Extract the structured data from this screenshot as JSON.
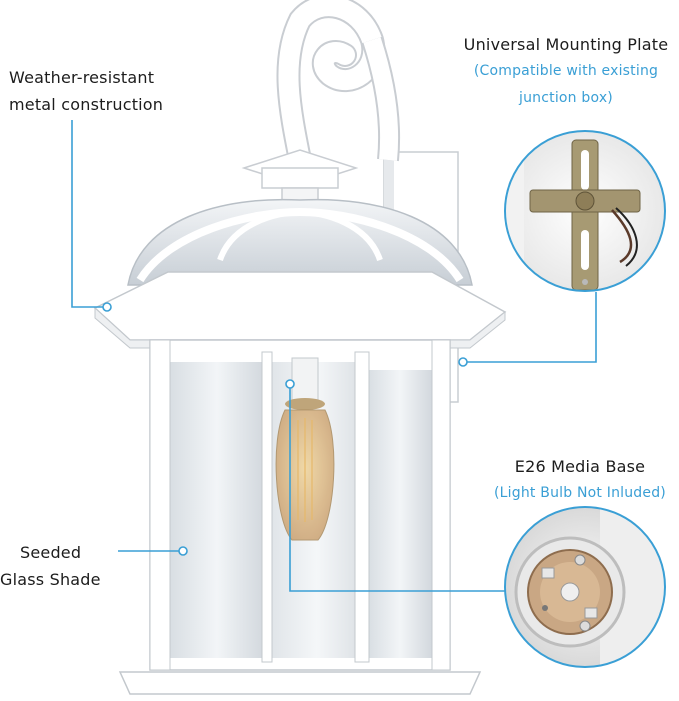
{
  "callouts": {
    "metal": {
      "line1": "Weather-resistant",
      "line2": "metal construction"
    },
    "mounting": {
      "title": "Universal Mounting Plate",
      "sub1": "(Compatible with existing",
      "sub2": "junction box)"
    },
    "base": {
      "title": "E26 Media Base",
      "sub": "(Light Bulb Not Inluded)"
    },
    "glass": {
      "line1": "Seeded",
      "line2": "Glass Shade"
    }
  },
  "colors": {
    "accent": "#3a9fd5",
    "fixture": "#ffffff",
    "outline": "#cfd3d8",
    "text": "#1c1c1c"
  }
}
